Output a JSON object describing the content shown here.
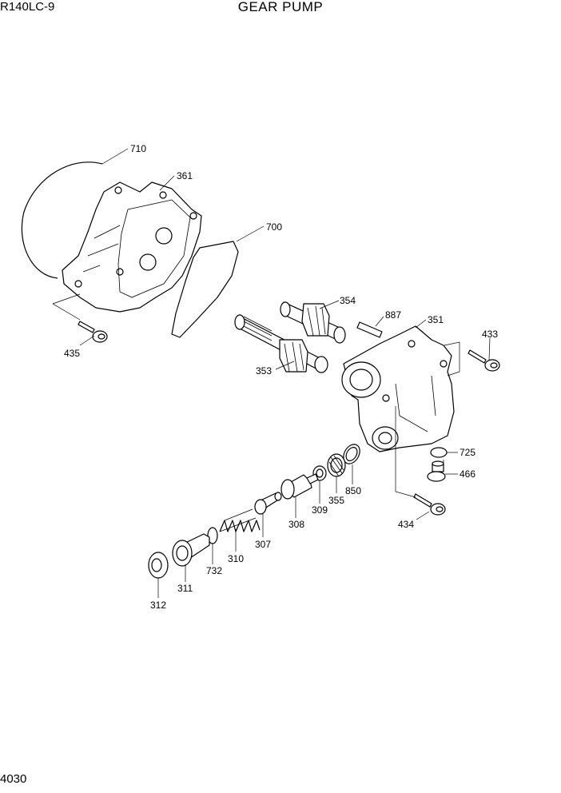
{
  "header": {
    "model": "R140LC-9",
    "title": "GEAR PUMP"
  },
  "footer": {
    "page_number": "4030"
  },
  "callouts": {
    "p710": "710",
    "p361": "361",
    "p700": "700",
    "p435": "435",
    "p354": "354",
    "p353": "353",
    "p887": "887",
    "p351": "351",
    "p433": "433",
    "p725": "725",
    "p466": "466",
    "p434": "434",
    "p850": "850",
    "p355": "355",
    "p309": "309",
    "p308": "308",
    "p307": "307",
    "p310": "310",
    "p732": "732",
    "p311": "311",
    "p312": "312"
  }
}
